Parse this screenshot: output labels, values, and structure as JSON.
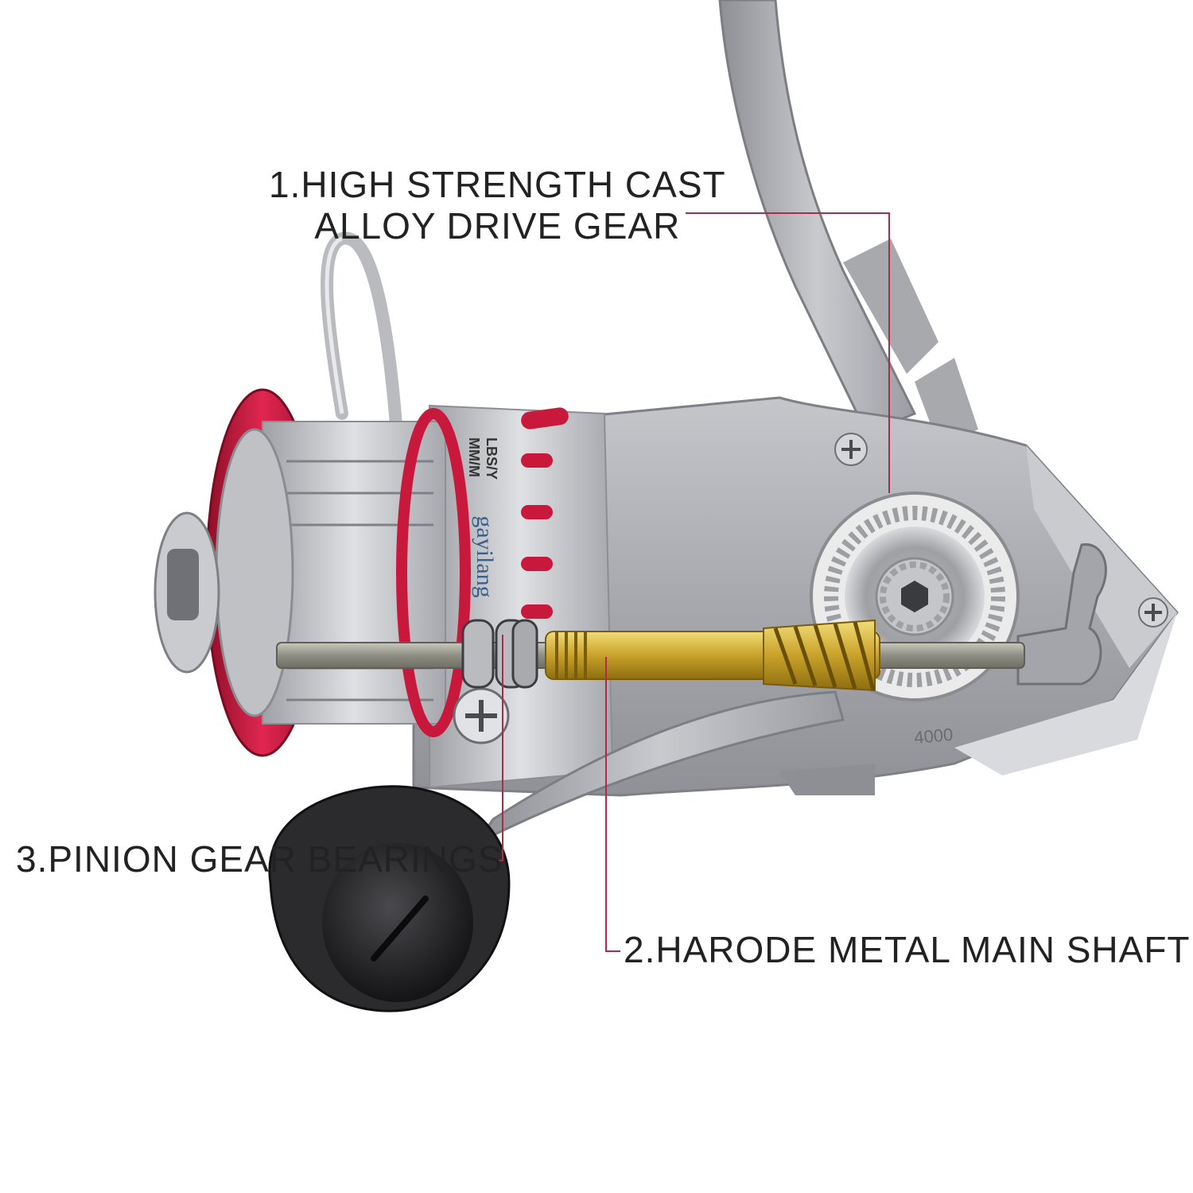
{
  "callouts": [
    {
      "line1": "1.HIGH STRENGTH CAST",
      "line2": "ALLOY DRIVE GEAR"
    },
    {
      "text": "2.HARODE METAL MAIN SHAFT"
    },
    {
      "text": "3.PINION GEAR BEARINGS"
    }
  ],
  "reel": {
    "brand_mark": "gayilang",
    "size_label": "4000",
    "spool_print": [
      "MM/M",
      "LBS/Y"
    ]
  },
  "colors": {
    "leader_line": "#b0284a",
    "spool_red": "#c8183c",
    "body_gray": "#a9abb0",
    "shaft_gold": "#d4b23a"
  }
}
